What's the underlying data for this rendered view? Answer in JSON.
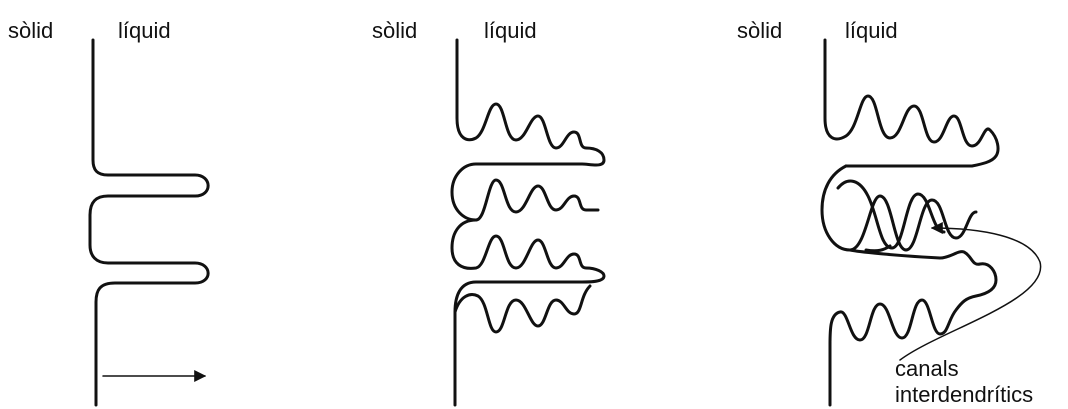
{
  "labels": {
    "solid": "sòlid",
    "liquid": "líquid",
    "channels_line1": "canals",
    "channels_line2": "interdendrítics"
  }
}
